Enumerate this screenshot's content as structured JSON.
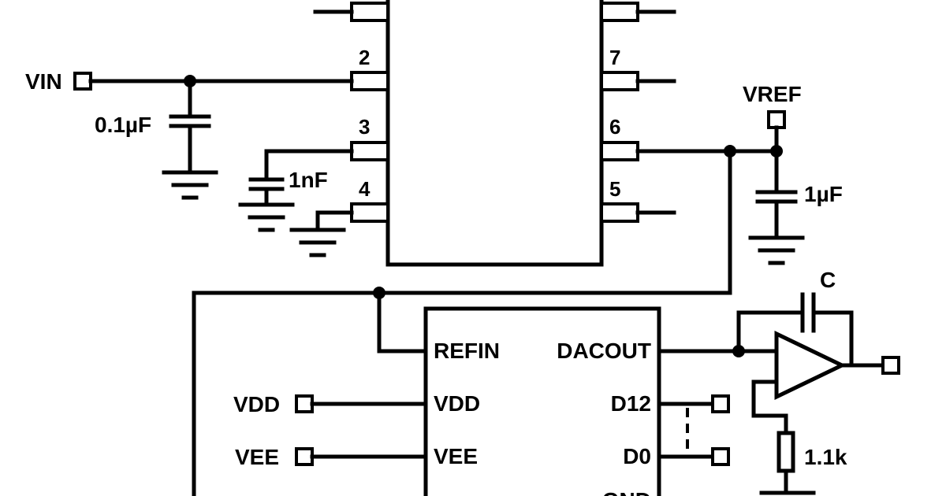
{
  "regulator": {
    "pins": {
      "p2": "2",
      "p3": "3",
      "p4": "4",
      "p5": "5",
      "p6": "6",
      "p7": "7"
    }
  },
  "ports": {
    "vin": "VIN",
    "vref": "VREF",
    "vdd": "VDD",
    "vee": "VEE"
  },
  "components": {
    "c_in": "0.1µF",
    "c_nr": "1nF",
    "c_ref": "1µF",
    "c_fb": "C",
    "r_load": "1.1k"
  },
  "dac": {
    "refin": "REFIN",
    "dacout": "DACOUT",
    "vdd": "VDD",
    "vee": "VEE",
    "d12": "D12",
    "d0": "D0",
    "gnd": "GND"
  }
}
